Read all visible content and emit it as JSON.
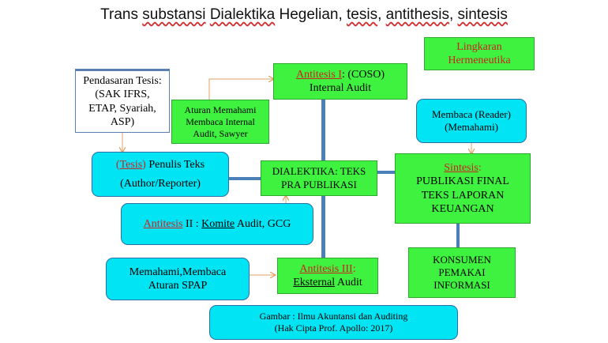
{
  "title": {
    "parts": [
      "Trans ",
      "substansi",
      " ",
      "Dialektika",
      " Hegelian, ",
      "tesis",
      ", ",
      "antithesis",
      ", ",
      "sintesis"
    ]
  },
  "lingkaran": {
    "line1": "Lingkaran",
    "line2": "Hermeneutika"
  },
  "antitesis1": {
    "label": "Antitesis I",
    "suffix": ": (COSO)",
    "line2": "Internal Audit"
  },
  "pendasaran": {
    "line1": "Pendasaran Tesis:",
    "line2": "(SAK IFRS,",
    "line3": "ETAP, Syariah,",
    "line4": "ASP)"
  },
  "aturan": {
    "line1": "Aturan Memahami",
    "line2": "Membaca Internal",
    "line3": "Audit, Sawyer"
  },
  "membaca": {
    "line1": "Membaca (Reader)",
    "line2": "(Memahami)"
  },
  "tesis": {
    "open": "(",
    "label": "Tesis",
    "close": ")",
    "suffix": " Penulis Teks",
    "line2": "(Author/Reporter)"
  },
  "dialektika": {
    "line1": "DIALEKTIKA: TEKS",
    "line2": "PRA PUBLIKASI"
  },
  "sintesis": {
    "label": "Sintesis",
    "colon": ":",
    "line1": "PUBLIKASI FINAL",
    "line2": "TEKS LAPORAN",
    "line3": "KEUANGAN"
  },
  "antitesis2": {
    "label": "Antitesis",
    "mid": " II : ",
    "komite": "Komite",
    "suffix": "  Audit, GCG"
  },
  "konsumen": {
    "line1": "KONSUMEN",
    "line2": "PEMAKAI",
    "line3": "INFORMASI"
  },
  "spap": {
    "line1": "Memahami,Membaca",
    "line2": "Aturan SPAP"
  },
  "antitesis3": {
    "label": "Antitesis III",
    "colon": ":",
    "line2": "Eksternal",
    "line2b": " Audit"
  },
  "gambar": {
    "line1": "Gambar : Ilmu Akuntansi dan Auditing",
    "line2": "(Hak Cipta Prof.  Apollo: 2017)"
  },
  "colors": {
    "green": "#3ff23f",
    "cyan": "#00e4f4",
    "red": "#cc2222",
    "connector": "#4a7fb8"
  }
}
